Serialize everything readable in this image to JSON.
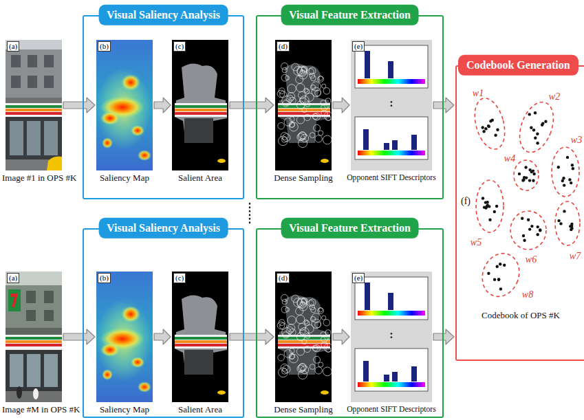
{
  "diagram": {
    "nodes": [
      {
        "text": [
          "(a)",
          "Image #1 in OPS #K"
        ]
      },
      {
        "text": [
          "Visual Saliency Analysis"
        ]
      },
      {
        "text": [
          "(b)",
          "Saliency Map"
        ],
        "in": 1
      },
      {
        "text": [
          "(c)",
          "Salient Area"
        ],
        "in": 1
      },
      {
        "text": [
          "Visual Feature Extraction"
        ]
      },
      {
        "text": [
          "(d)",
          "Dense Sampling"
        ],
        "in": 4
      },
      {
        "text": [
          "(e)",
          "Opponent SIFT Descriptors"
        ],
        "in": 4
      },
      {
        "text": [
          "Codebook Generation"
        ]
      },
      {
        "text": [
          "(f)",
          "Codebook of OPS #K"
        ],
        "in": 7
      },
      {
        "text": [
          "(a)",
          "Image #M in OPS #K"
        ]
      },
      {
        "text": [
          "Visual Saliency Analysis"
        ]
      },
      {
        "text": [
          "(b)",
          "Saliency Map"
        ],
        "in": 10
      },
      {
        "text": [
          "(c)",
          "Salient Area"
        ],
        "in": 10
      },
      {
        "text": [
          "Visual Feature Extraction"
        ]
      },
      {
        "text": [
          "(d)",
          "Dense Sampling"
        ],
        "in": 13
      },
      {
        "text": [
          "(e)",
          "Opponent SIFT Descriptors"
        ],
        "in": 13
      }
    ],
    "edges": [
      {
        "from": 0,
        "to": 2,
        "arrow": "to"
      },
      {
        "from": 2,
        "to": 3,
        "arrow": "to"
      },
      {
        "from": 3,
        "to": 5,
        "arrow": "to"
      },
      {
        "from": 5,
        "to": 6,
        "arrow": "to"
      },
      {
        "from": 6,
        "to": 7,
        "arrow": "to"
      },
      {
        "from": 9,
        "to": 11,
        "arrow": "to"
      },
      {
        "from": 11,
        "to": 12,
        "arrow": "to"
      },
      {
        "from": 12,
        "to": 14,
        "arrow": "to"
      },
      {
        "from": 14,
        "to": 15,
        "arrow": "to"
      },
      {
        "from": 15,
        "to": 7,
        "arrow": "to"
      }
    ],
    "labels": [
      "w1",
      "w2",
      "w3",
      "w4",
      "w5",
      "w6",
      "w7",
      "w8",
      ":",
      ":"
    ]
  }
}
